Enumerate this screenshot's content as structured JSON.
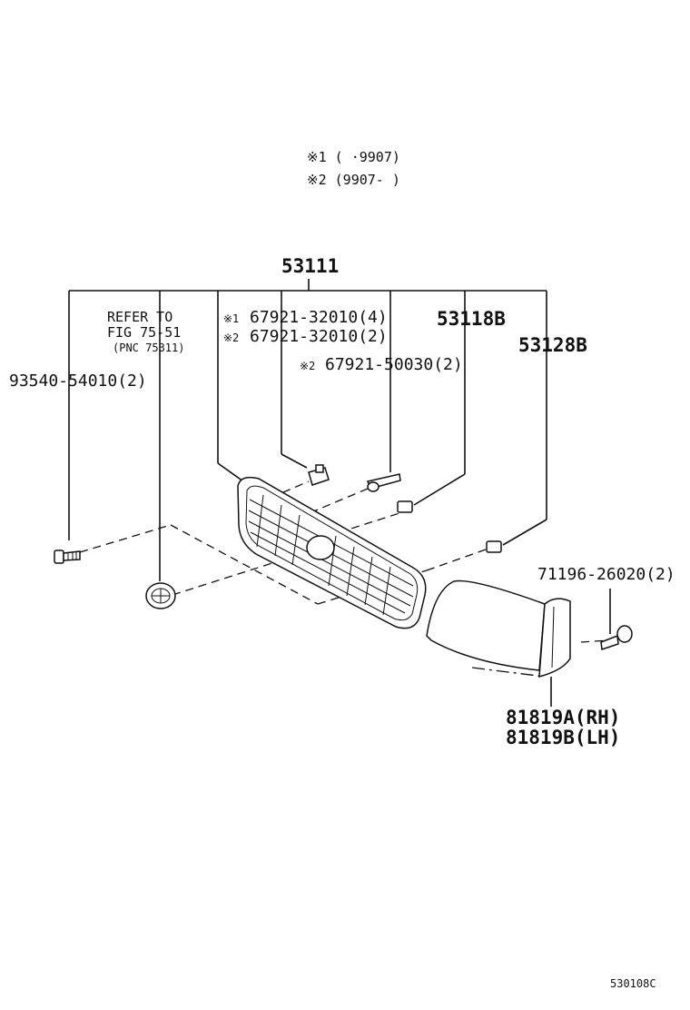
{
  "legend": {
    "note1": "※1 (   ·9907)",
    "note2": "※2 (9907-    )"
  },
  "labels": {
    "assembly": "53111",
    "refer_line1": "REFER TO",
    "refer_line2": "FIG 75-51",
    "refer_line3": "(PNC 75311)",
    "screw": "93540-54010(2)",
    "clip1_mark": "※1",
    "clip1": "67921-32010(4)",
    "clip2_mark": "※2",
    "clip2": "67921-32010(2)",
    "clip3_mark": "※2",
    "clip3": "67921-50030(2)",
    "nut_b1": "53118B",
    "nut_b2": "53128B",
    "bolt": "71196-26020(2)",
    "cover_rh": "81819A(RH)",
    "cover_lh": "81819B(LH)",
    "diagram_id": "530108C"
  }
}
